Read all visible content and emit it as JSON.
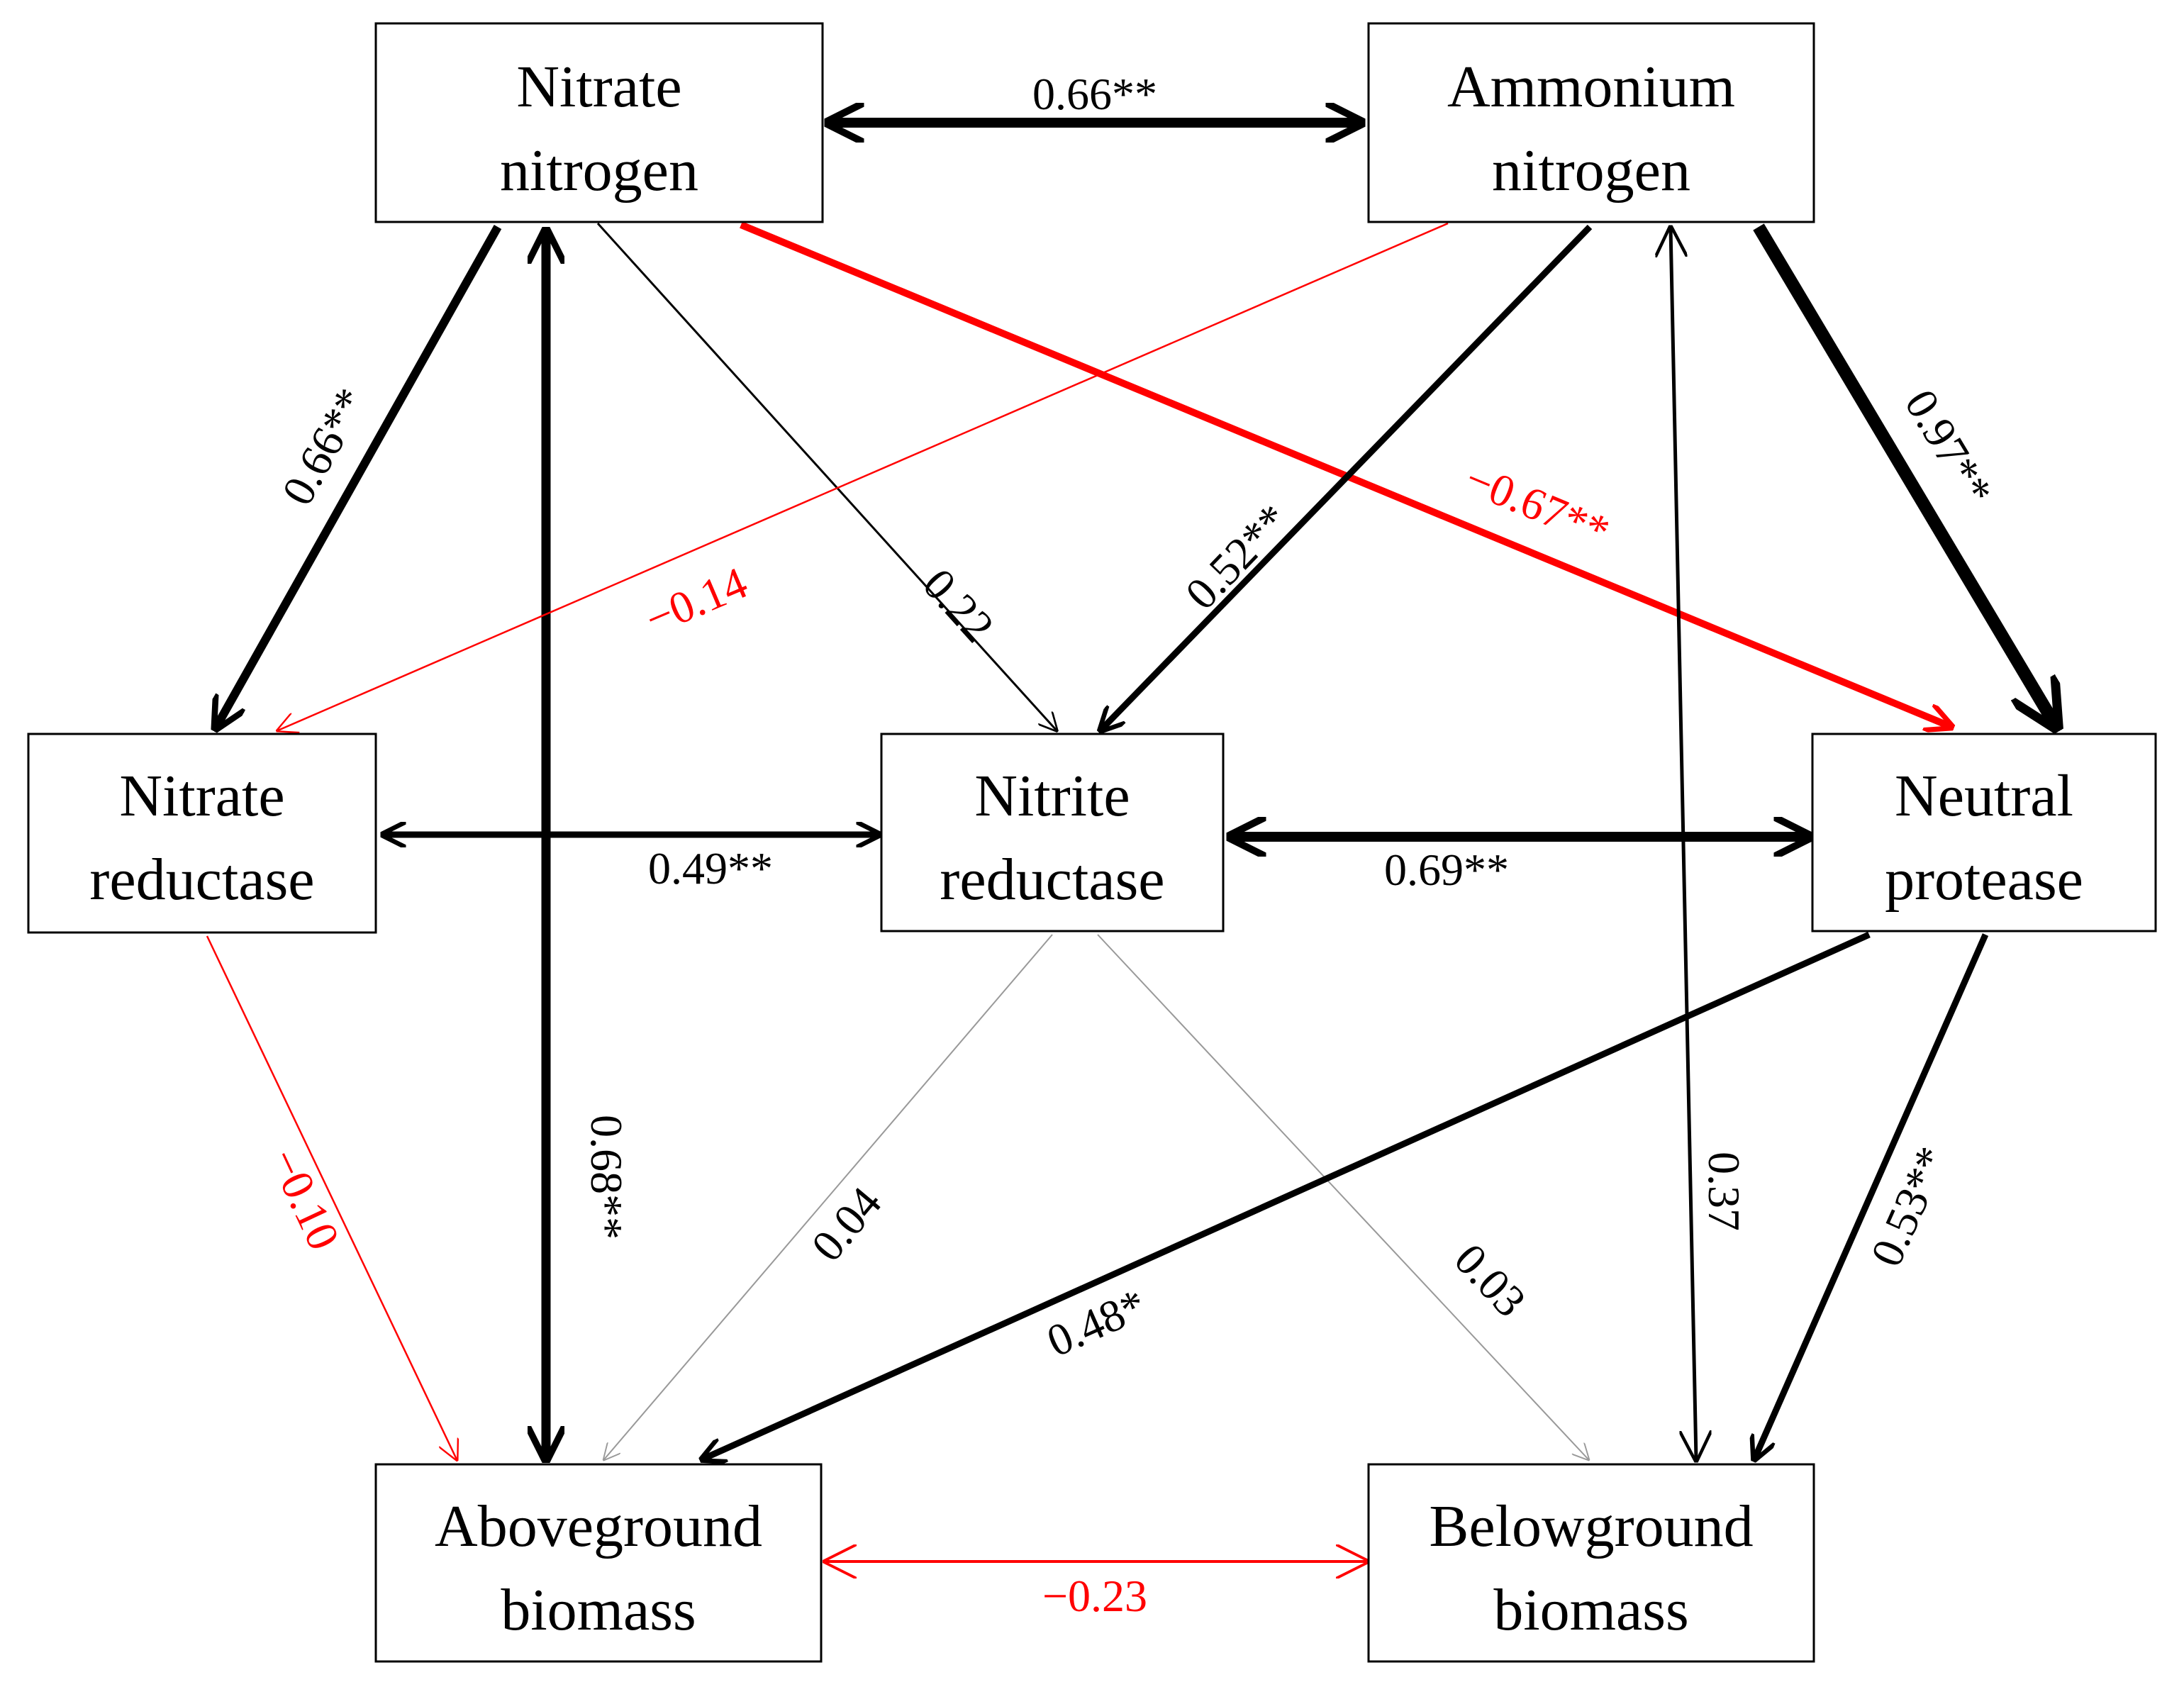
{
  "colors": {
    "positive": "#000000",
    "negative": "#ff0000",
    "weak": "#999999",
    "node_border": "#000000",
    "background": "#ffffff"
  },
  "nodes": {
    "nitrate_nitrogen": {
      "line1": "Nitrate",
      "line2": "nitrogen"
    },
    "ammonium_nitrogen": {
      "line1": "Ammonium",
      "line2": "nitrogen"
    },
    "nitrate_reductase": {
      "line1": "Nitrate",
      "line2": "reductase"
    },
    "nitrite_reductase": {
      "line1": "Nitrite",
      "line2": "reductase"
    },
    "neutral_protease": {
      "line1": "Neutral",
      "line2": "protease"
    },
    "aboveground_biomass": {
      "line1": "Aboveground",
      "line2": "biomass"
    },
    "belowground_biomass": {
      "line1": "Belowground",
      "line2": "biomass"
    }
  },
  "edges": [
    {
      "id": "nn-an",
      "from": "Nitrate nitrogen",
      "to": "Ammonium nitrogen",
      "coefficient": 0.66,
      "label": "0.66**",
      "sign": "positive",
      "bidirectional": true
    },
    {
      "id": "nn-nr",
      "from": "Nitrate nitrogen",
      "to": "Nitrate reductase",
      "coefficient": 0.66,
      "label": "0.66**",
      "sign": "positive",
      "bidirectional": false
    },
    {
      "id": "nn-ab",
      "from": "Nitrate nitrogen",
      "to": "Aboveground biomass",
      "coefficient": 0.68,
      "label": "0.68**",
      "sign": "positive",
      "bidirectional": true
    },
    {
      "id": "nn-nir",
      "from": "Nitrate nitrogen",
      "to": "Nitrite reductase",
      "coefficient": 0.22,
      "label": "0.22",
      "sign": "positive",
      "bidirectional": false
    },
    {
      "id": "nn-np",
      "from": "Nitrate nitrogen",
      "to": "Neutral protease",
      "coefficient": -0.67,
      "label": "−0.67**",
      "sign": "negative",
      "bidirectional": false
    },
    {
      "id": "an-nr",
      "from": "Ammonium nitrogen",
      "to": "Nitrate reductase",
      "coefficient": -0.14,
      "label": "−0.14",
      "sign": "negative",
      "bidirectional": false
    },
    {
      "id": "an-nir",
      "from": "Ammonium nitrogen",
      "to": "Nitrite reductase",
      "coefficient": 0.52,
      "label": "0.52**",
      "sign": "positive",
      "bidirectional": false
    },
    {
      "id": "an-np",
      "from": "Ammonium nitrogen",
      "to": "Neutral protease",
      "coefficient": 0.97,
      "label": "0.97**",
      "sign": "positive",
      "bidirectional": false
    },
    {
      "id": "an-bb",
      "from": "Ammonium nitrogen",
      "to": "Belowground biomass",
      "coefficient": 0.37,
      "label": "0.37",
      "sign": "positive",
      "bidirectional": true
    },
    {
      "id": "nr-nir",
      "from": "Nitrate reductase",
      "to": "Nitrite reductase",
      "coefficient": 0.49,
      "label": "0.49**",
      "sign": "positive",
      "bidirectional": true
    },
    {
      "id": "nir-np",
      "from": "Nitrite reductase",
      "to": "Neutral protease",
      "coefficient": 0.69,
      "label": "0.69**",
      "sign": "positive",
      "bidirectional": true
    },
    {
      "id": "nr-ab",
      "from": "Nitrate reductase",
      "to": "Aboveground biomass",
      "coefficient": -0.1,
      "label": "−0.10",
      "sign": "negative",
      "bidirectional": false
    },
    {
      "id": "nir-ab",
      "from": "Nitrite reductase",
      "to": "Aboveground biomass",
      "coefficient": 0.04,
      "label": "0.04",
      "sign": "weak",
      "bidirectional": false
    },
    {
      "id": "nir-bb",
      "from": "Nitrite reductase",
      "to": "Belowground biomass",
      "coefficient": 0.03,
      "label": "0.03",
      "sign": "weak",
      "bidirectional": false
    },
    {
      "id": "np-ab",
      "from": "Neutral protease",
      "to": "Aboveground biomass",
      "coefficient": 0.48,
      "label": "0.48*",
      "sign": "positive",
      "bidirectional": false
    },
    {
      "id": "np-bb",
      "from": "Neutral protease",
      "to": "Belowground biomass",
      "coefficient": 0.53,
      "label": "0.53**",
      "sign": "positive",
      "bidirectional": false
    },
    {
      "id": "ab-bb",
      "from": "Aboveground biomass",
      "to": "Belowground biomass",
      "coefficient": -0.23,
      "label": "−0.23",
      "sign": "negative",
      "bidirectional": true
    }
  ]
}
